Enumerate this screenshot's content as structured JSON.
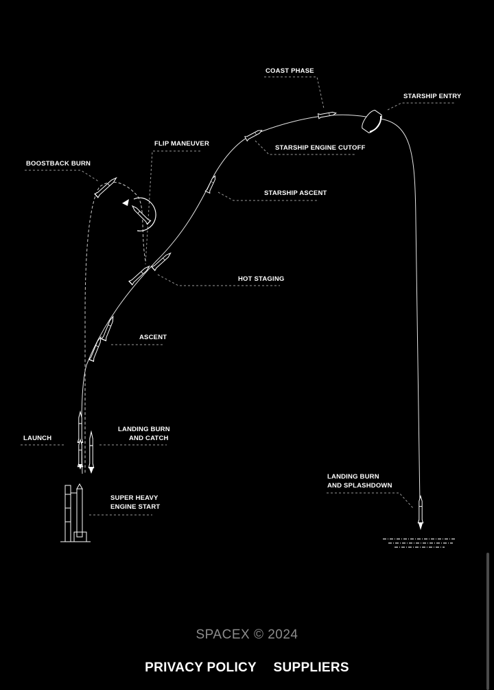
{
  "diagram": {
    "labels": {
      "coast_phase": "COAST PHASE",
      "starship_entry": "STARSHIP ENTRY",
      "starship_engine_cutoff": "STARSHIP ENGINE CUTOFF",
      "flip_maneuver": "FLIP MANEUVER",
      "boostback_burn": "BOOSTBACK BURN",
      "starship_ascent": "STARSHIP ASCENT",
      "hot_staging": "HOT STAGING",
      "ascent": "ASCENT",
      "launch": "LAUNCH",
      "landing_burn_catch_1": "LANDING BURN",
      "landing_burn_catch_2": "AND CATCH",
      "landing_burn_splash_1": "LANDING BURN",
      "landing_burn_splash_2": "AND SPLASHDOWN",
      "super_heavy_1": "SUPER HEAVY",
      "super_heavy_2": "ENGINE START"
    },
    "colors": {
      "background": "#000000",
      "line": "#ffffff",
      "leader": "#9a9a9a"
    },
    "icons": [
      "rocket-icon",
      "launch-tower-icon",
      "flip-arrow-icon",
      "starship-entry-icon",
      "ocean-waves-icon"
    ]
  },
  "footer": {
    "copyright": "SPACEX © 2024",
    "links": {
      "privacy": "PRIVACY POLICY",
      "suppliers": "SUPPLIERS"
    }
  }
}
